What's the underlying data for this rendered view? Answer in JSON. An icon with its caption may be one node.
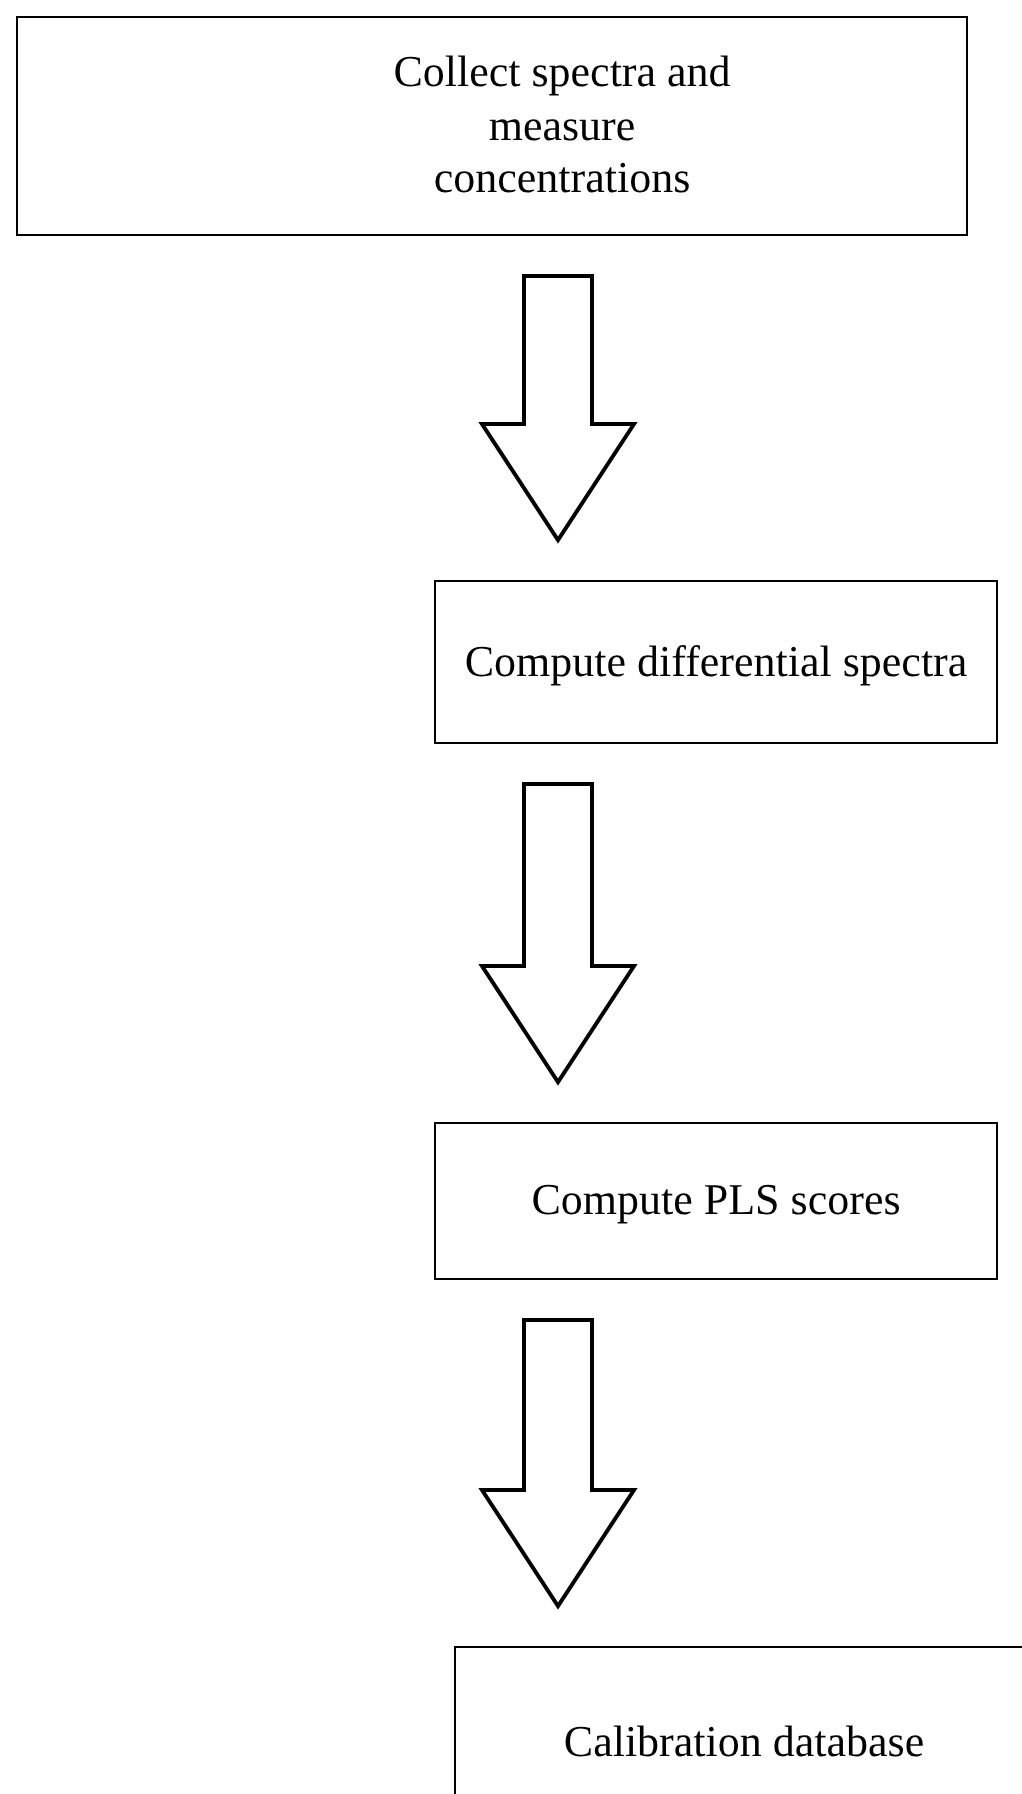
{
  "diagram": {
    "nodes": [
      {
        "text": [
          "Collect spectra and measure concentrations"
        ]
      },
      {
        "text": [
          "Compute differential spectra"
        ]
      },
      {
        "text": [
          "Compute PLS scores"
        ]
      },
      {
        "text": [
          "Calibration database"
        ]
      }
    ],
    "edges": [
      {
        "from": 0,
        "to": 1,
        "arrow": "to"
      },
      {
        "from": 1,
        "to": 2,
        "arrow": "to"
      },
      {
        "from": 2,
        "to": 3,
        "arrow": "to"
      }
    ]
  }
}
